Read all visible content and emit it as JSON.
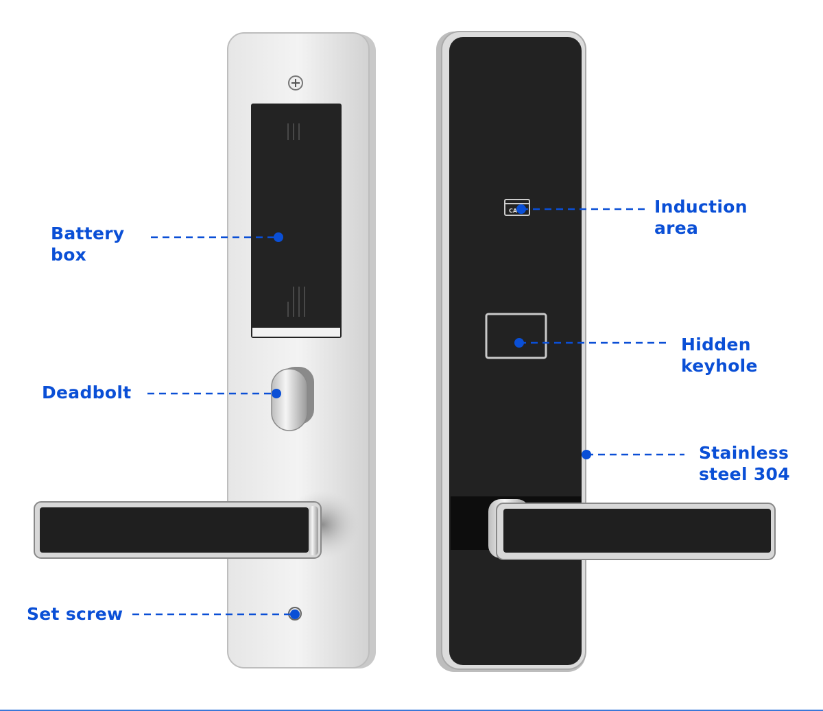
{
  "callouts": {
    "battery_box": {
      "line1": "Battery",
      "line2": "box"
    },
    "deadbolt": {
      "line1": "Deadbolt"
    },
    "set_screw": {
      "line1": "Set screw"
    },
    "induction_area": {
      "line1": "Induction",
      "line2": "area"
    },
    "hidden_keyhole": {
      "line1": "Hidden",
      "line2": "keyhole"
    },
    "stainless_steel": {
      "line1": "Stainless",
      "line2": "steel 304"
    }
  },
  "card_icon_text": "CA",
  "colors": {
    "accent": "#0a4fd6",
    "panel_black": "#222222",
    "steel": "#d9d9d9"
  }
}
